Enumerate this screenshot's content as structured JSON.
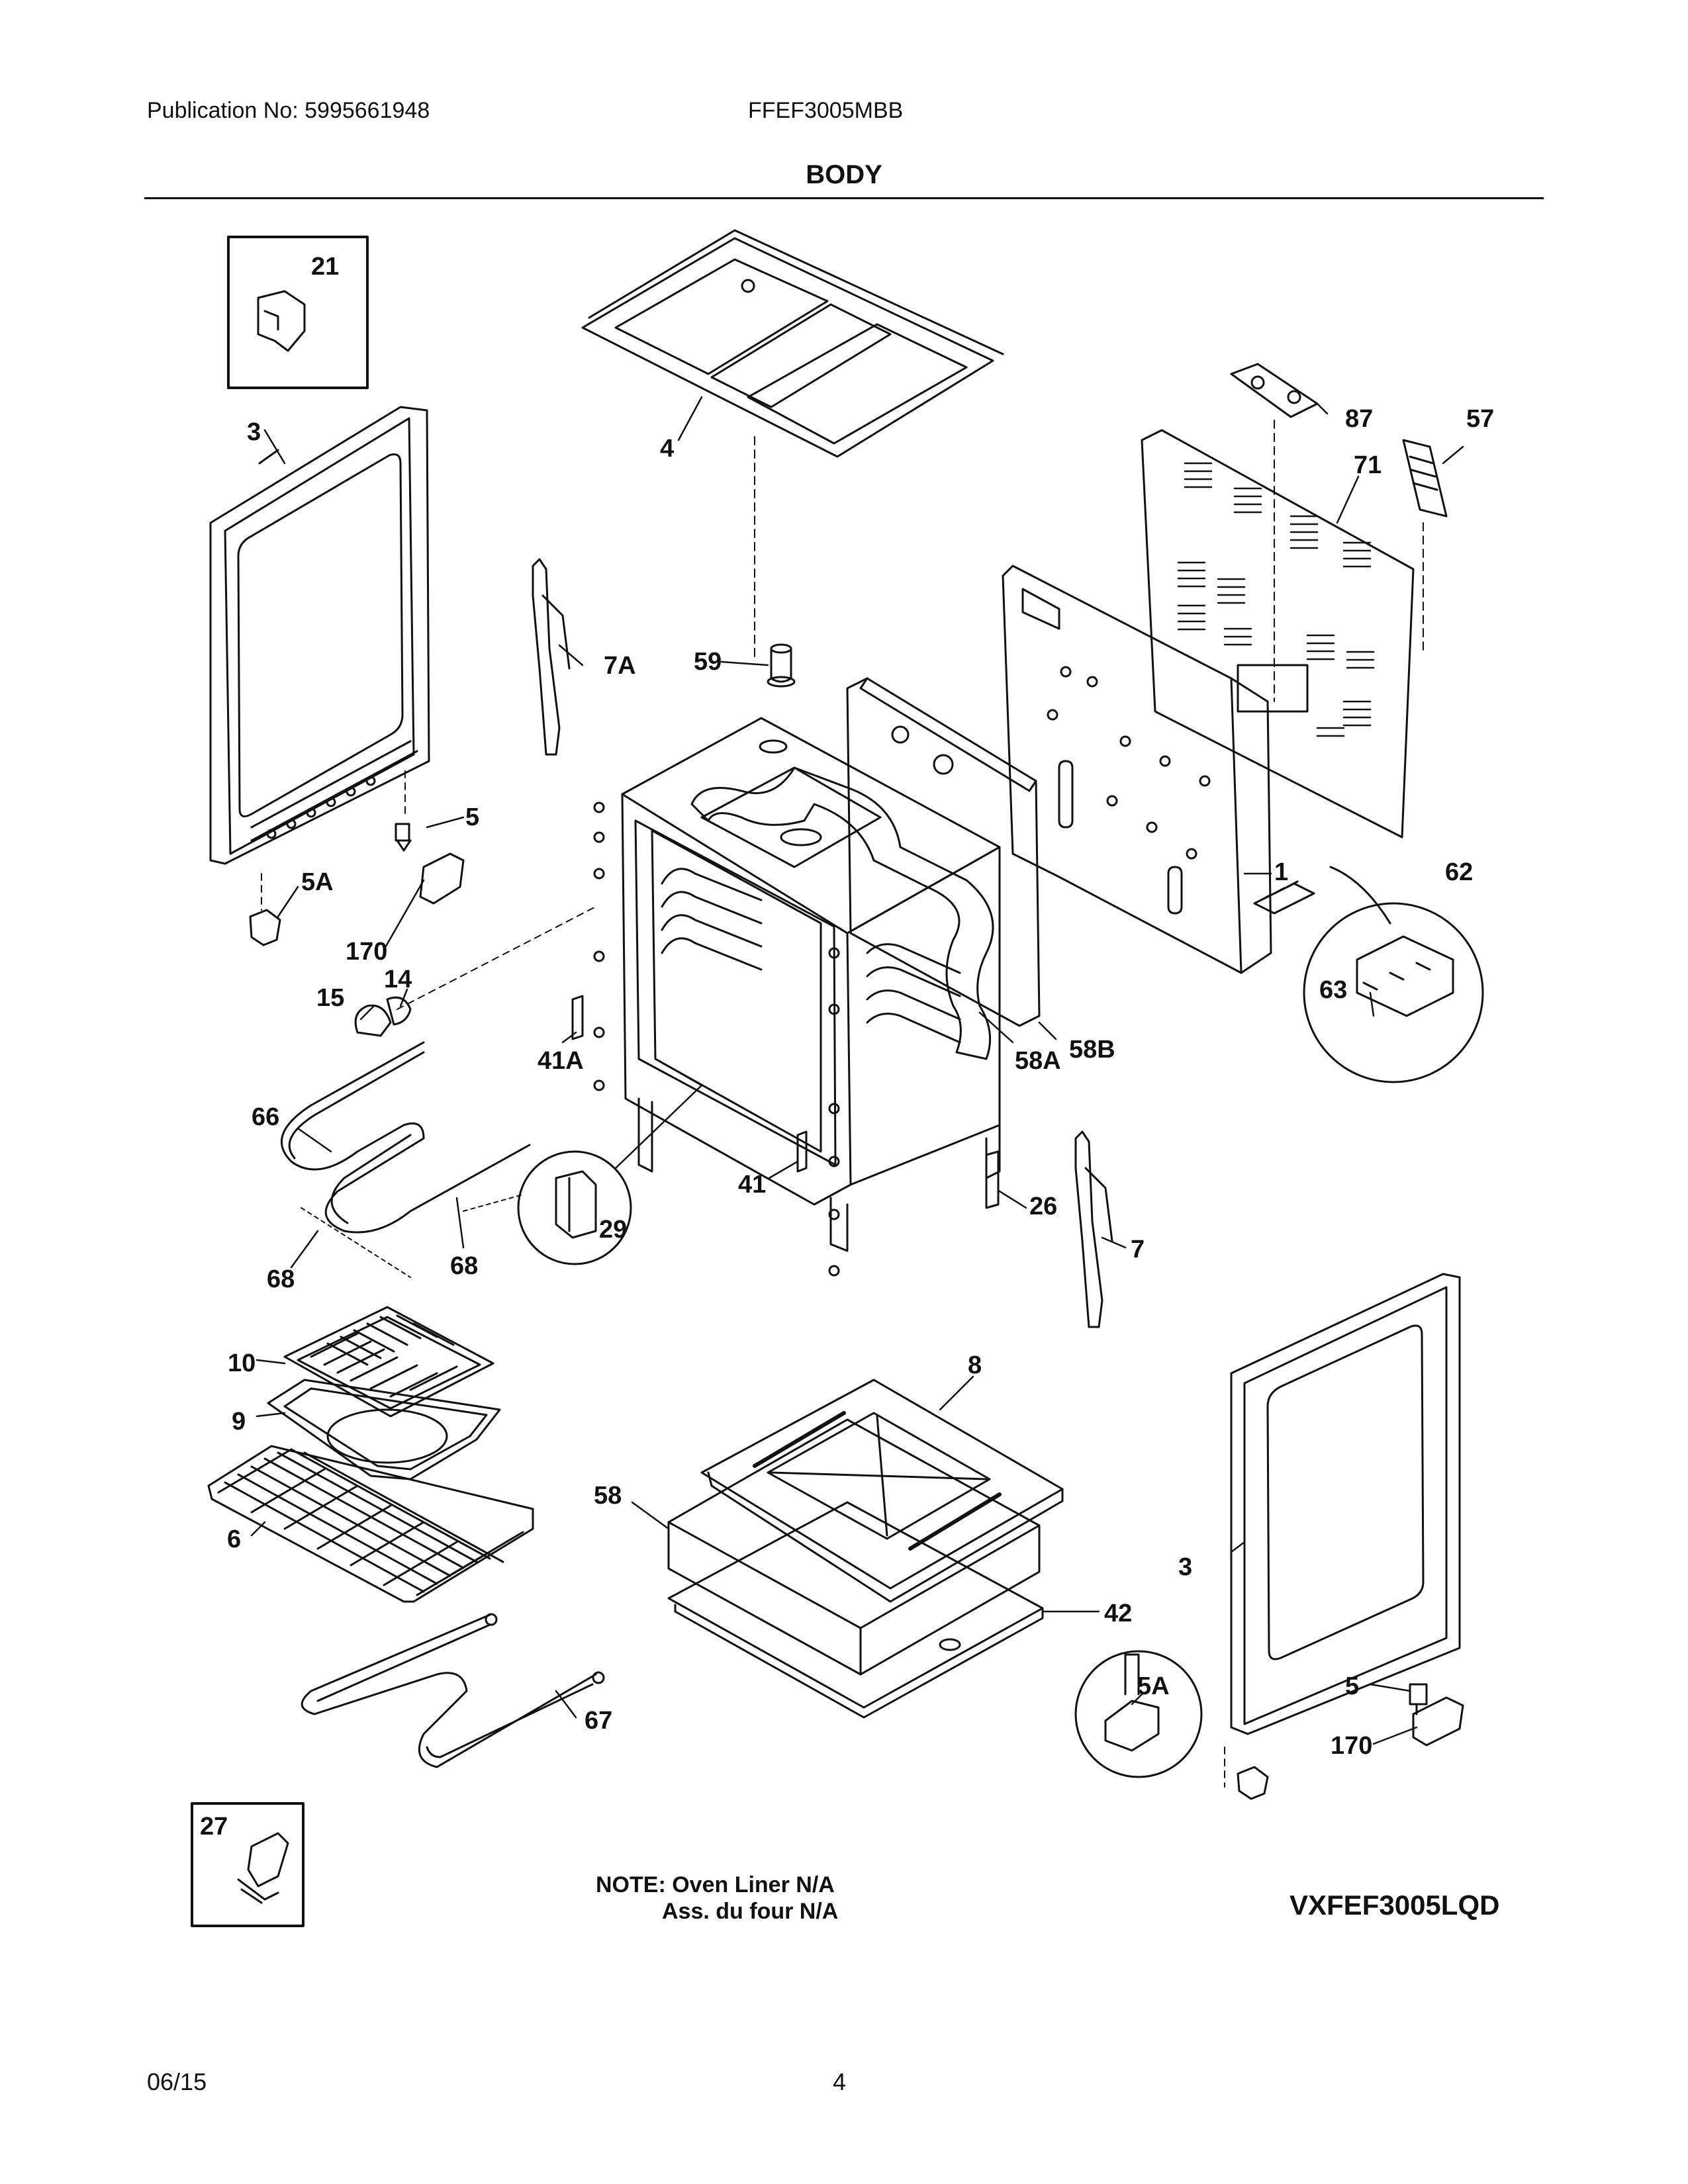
{
  "header": {
    "publication": "Publication No: 5995661948",
    "model": "FFEF3005MBB",
    "title": "BODY"
  },
  "callouts": {
    "c21": "21",
    "c3a": "3",
    "c4": "4",
    "c87": "87",
    "c57": "57",
    "c71": "71",
    "c7A": "7A",
    "c59": "59",
    "c5a": "5",
    "c5Aa": "5A",
    "c170a": "170",
    "c14": "14",
    "c15": "15",
    "c1": "1",
    "c62": "62",
    "c63": "63",
    "c41A": "41A",
    "c58A": "58A",
    "c58B": "58B",
    "c66": "66",
    "c41": "41",
    "c29": "29",
    "c26": "26",
    "c7": "7",
    "c68a": "68",
    "c68b": "68",
    "c10": "10",
    "c8": "8",
    "c9": "9",
    "c58": "58",
    "c6": "6",
    "c3b": "3",
    "c42": "42",
    "c5Ab": "5A",
    "c5b": "5",
    "c170b": "170",
    "c67": "67",
    "c27": "27"
  },
  "note": {
    "line1": "NOTE: Oven Liner N/A",
    "line2": "Ass. du four N/A"
  },
  "variant": "VXFEF3005LQD",
  "footer": {
    "date": "06/15",
    "page": "4"
  }
}
